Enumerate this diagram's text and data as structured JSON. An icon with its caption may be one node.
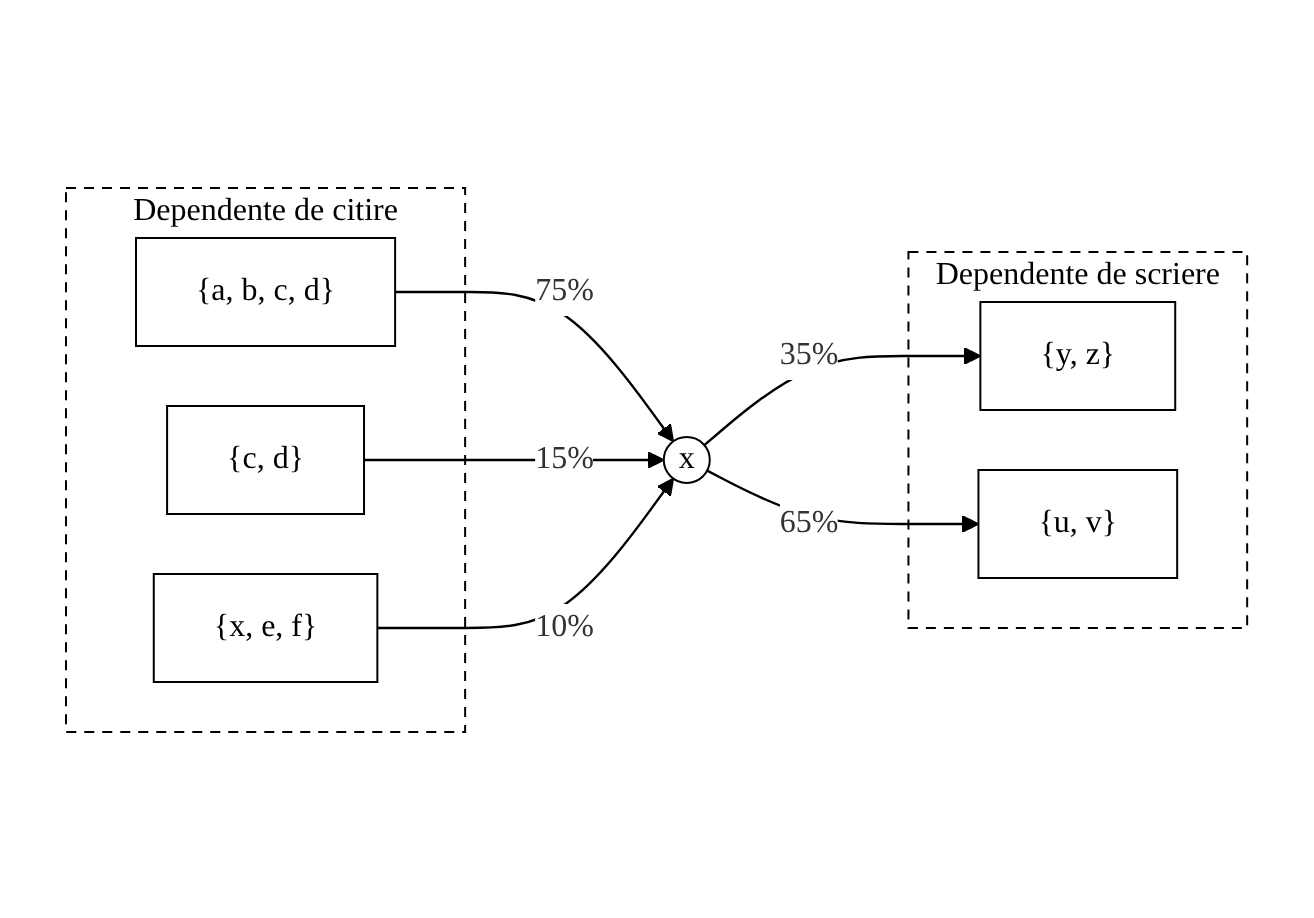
{
  "diagram": {
    "nodes": [
      {
        "text": [
          "Dependente de citire"
        ]
      },
      {
        "text": [
          "{a, b, c, d}"
        ],
        "in": 0
      },
      {
        "text": [
          "{c, d}"
        ],
        "in": 0
      },
      {
        "text": [
          "{x, e, f}"
        ],
        "in": 0
      },
      {
        "text": [
          "x"
        ]
      },
      {
        "text": [
          "Dependente  de scriere"
        ]
      },
      {
        "text": [
          "{y, z}"
        ],
        "in": 5
      },
      {
        "text": [
          "{u, v}"
        ],
        "in": 5
      }
    ],
    "edges": [
      {
        "from": 1,
        "to": 4,
        "arrow": "to",
        "label": "75%"
      },
      {
        "from": 2,
        "to": 4,
        "arrow": "to",
        "label": "15%"
      },
      {
        "from": 3,
        "to": 4,
        "arrow": "to",
        "label": "10%"
      },
      {
        "from": 4,
        "to": 6,
        "arrow": "to",
        "label": "35%"
      },
      {
        "from": 4,
        "to": 7,
        "arrow": "to",
        "label": "65%"
      }
    ]
  }
}
